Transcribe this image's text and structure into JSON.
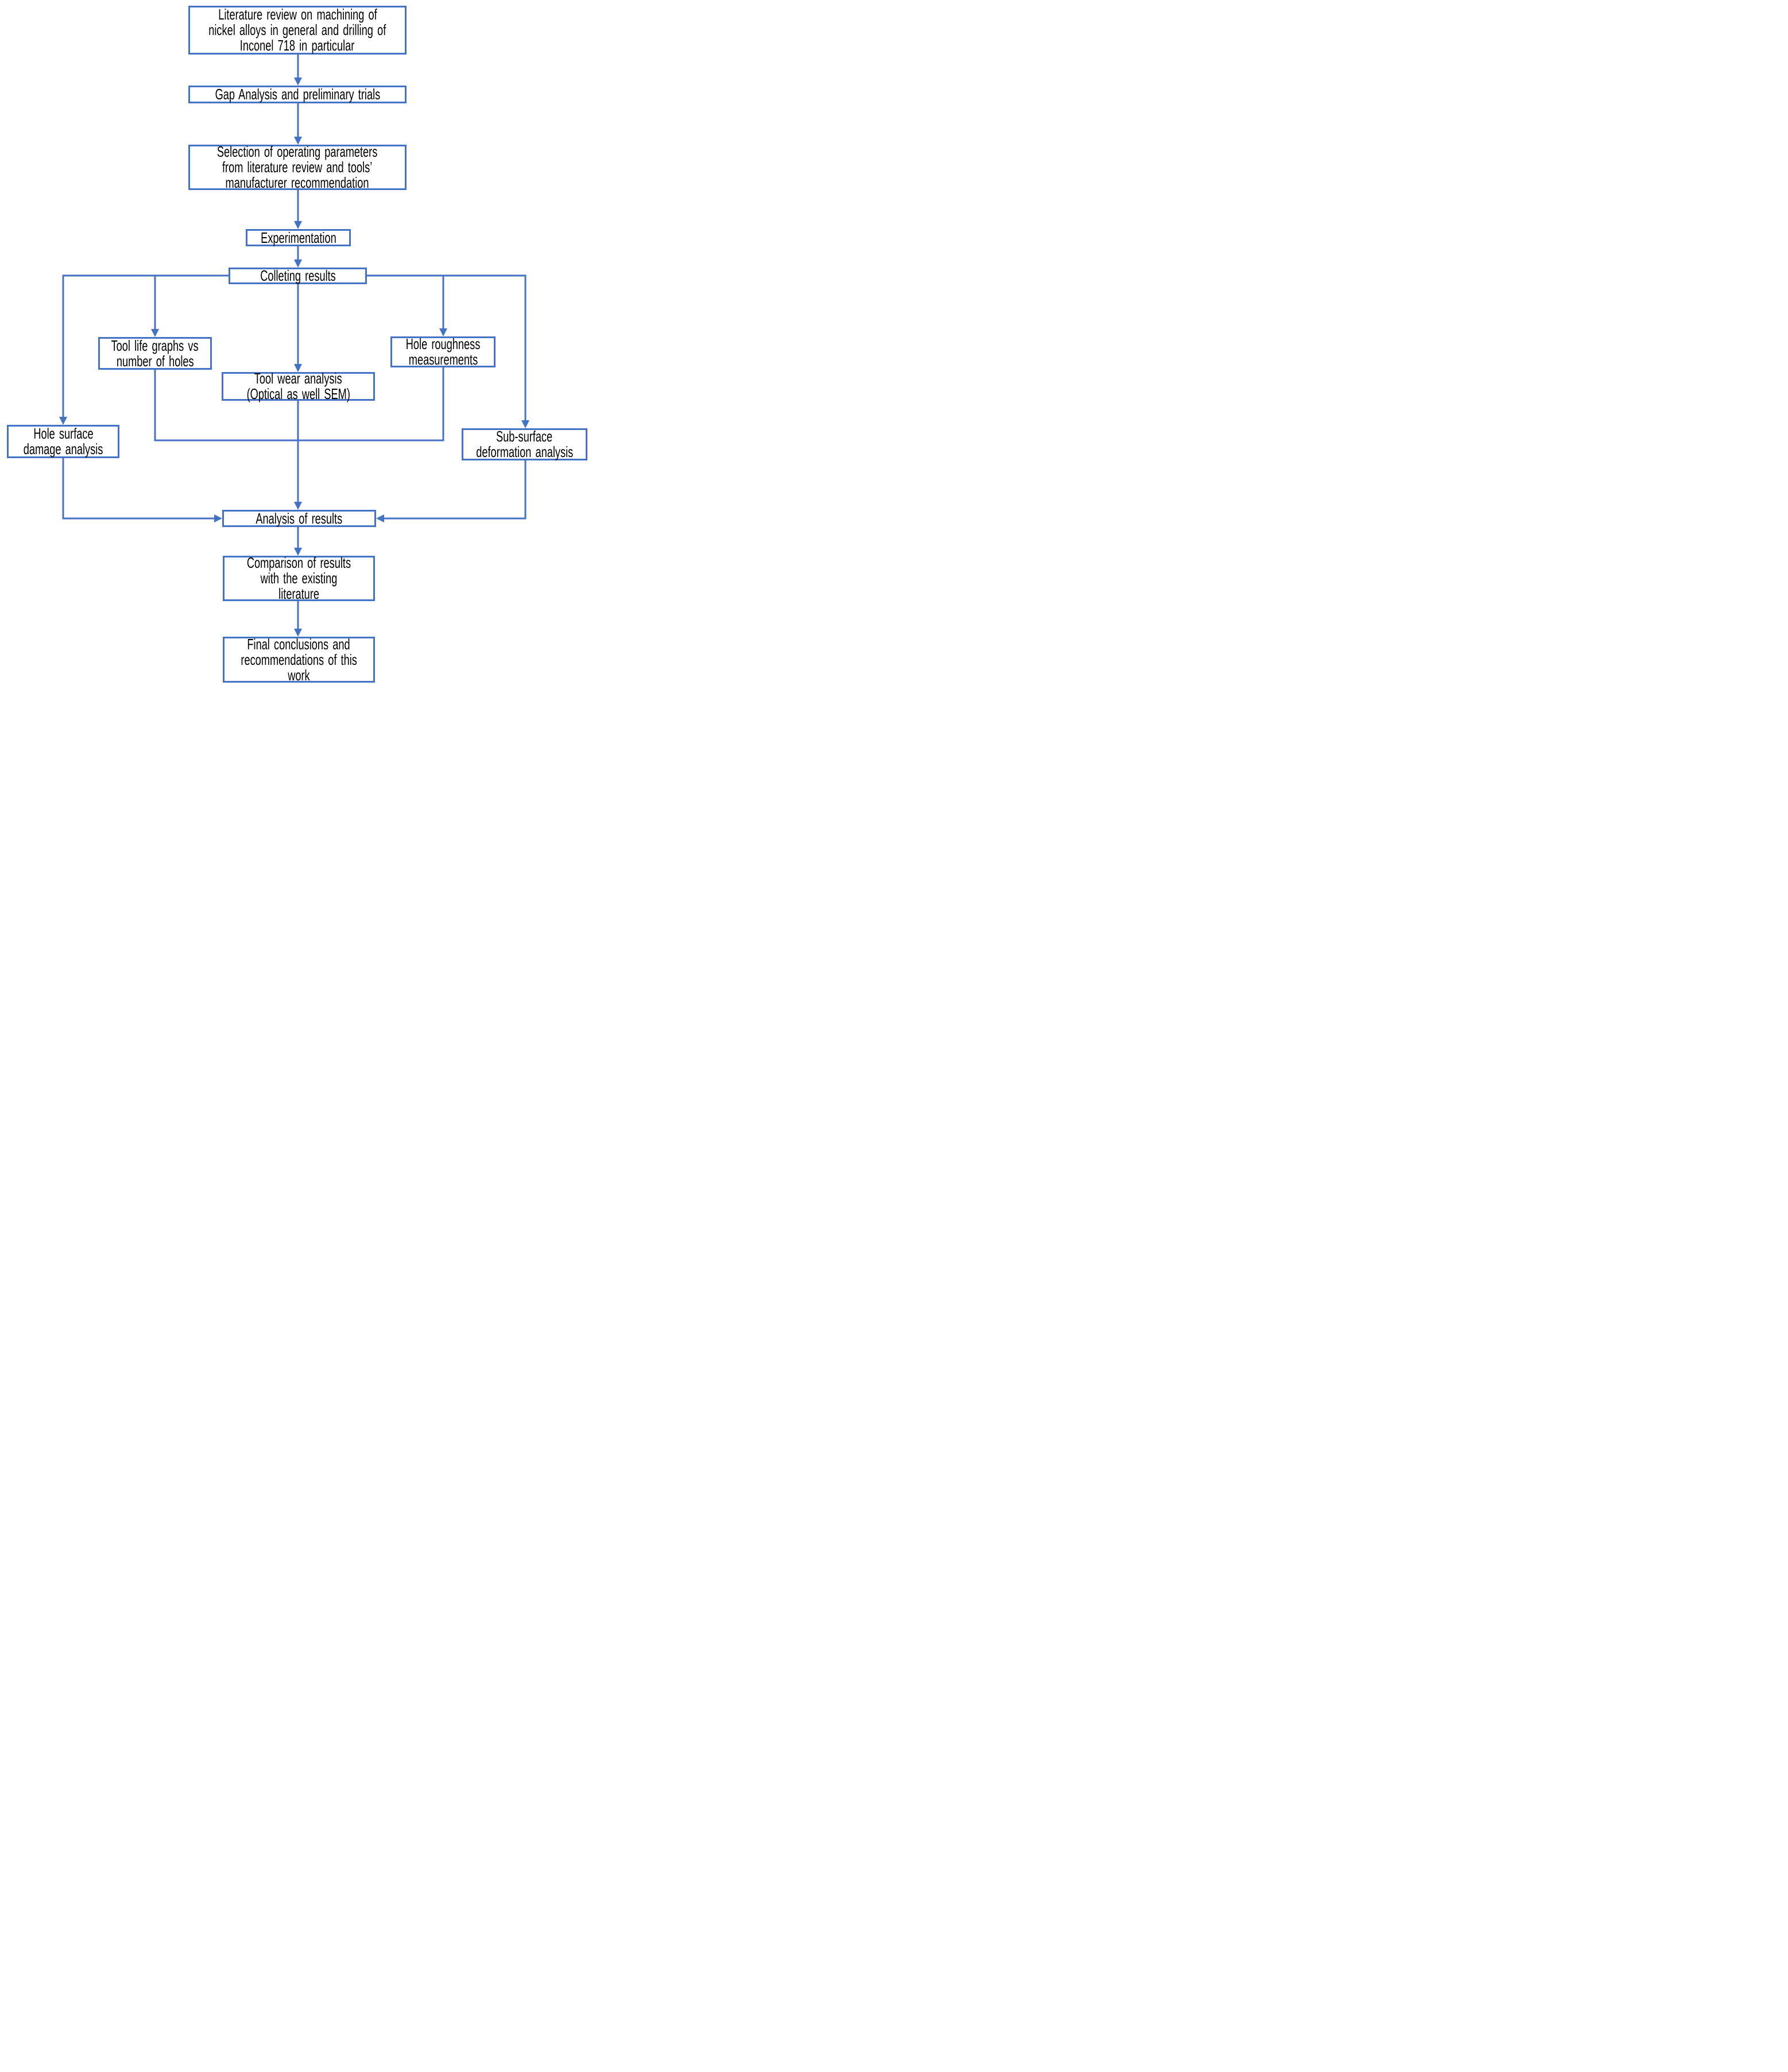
{
  "figure": {
    "title": "Research methodology flowchart",
    "colors": {
      "accent": "#4472C4",
      "text": "#000000",
      "background": "#FFFFFF"
    },
    "nodes": [
      {
        "id": "literature-review",
        "lines": [
          "Literature review on machining of",
          "nickel alloys in general and drilling of",
          "Inconel 718 in particular"
        ]
      },
      {
        "id": "gap-analysis",
        "lines": [
          "Gap Analysis and preliminary trials"
        ]
      },
      {
        "id": "selection-parameters",
        "lines": [
          "Selection of operating parameters",
          "from literature review and tools’",
          "manufacturer recommendation"
        ]
      },
      {
        "id": "experimentation",
        "lines": [
          "Experimentation"
        ]
      },
      {
        "id": "colleting-results",
        "lines": [
          "Colleting results"
        ]
      },
      {
        "id": "tool-life-graphs",
        "lines": [
          "Tool life graphs vs",
          "number of holes"
        ]
      },
      {
        "id": "tool-wear-analysis",
        "lines": [
          "Tool wear analysis",
          "(Optical as well SEM)"
        ]
      },
      {
        "id": "hole-roughness",
        "lines": [
          "Hole roughness",
          "measurements"
        ]
      },
      {
        "id": "hole-surface-damage",
        "lines": [
          "Hole surface",
          "damage analysis"
        ]
      },
      {
        "id": "sub-surface-deformation",
        "lines": [
          "Sub-surface",
          "deformation analysis"
        ]
      },
      {
        "id": "analysis-of-results",
        "lines": [
          "Analysis of results"
        ]
      },
      {
        "id": "comparison-results",
        "lines": [
          "Comparison of results",
          "with the existing",
          "literature"
        ]
      },
      {
        "id": "final-conclusions",
        "lines": [
          "Final conclusions and",
          "recommendations of this",
          "work"
        ]
      }
    ]
  }
}
